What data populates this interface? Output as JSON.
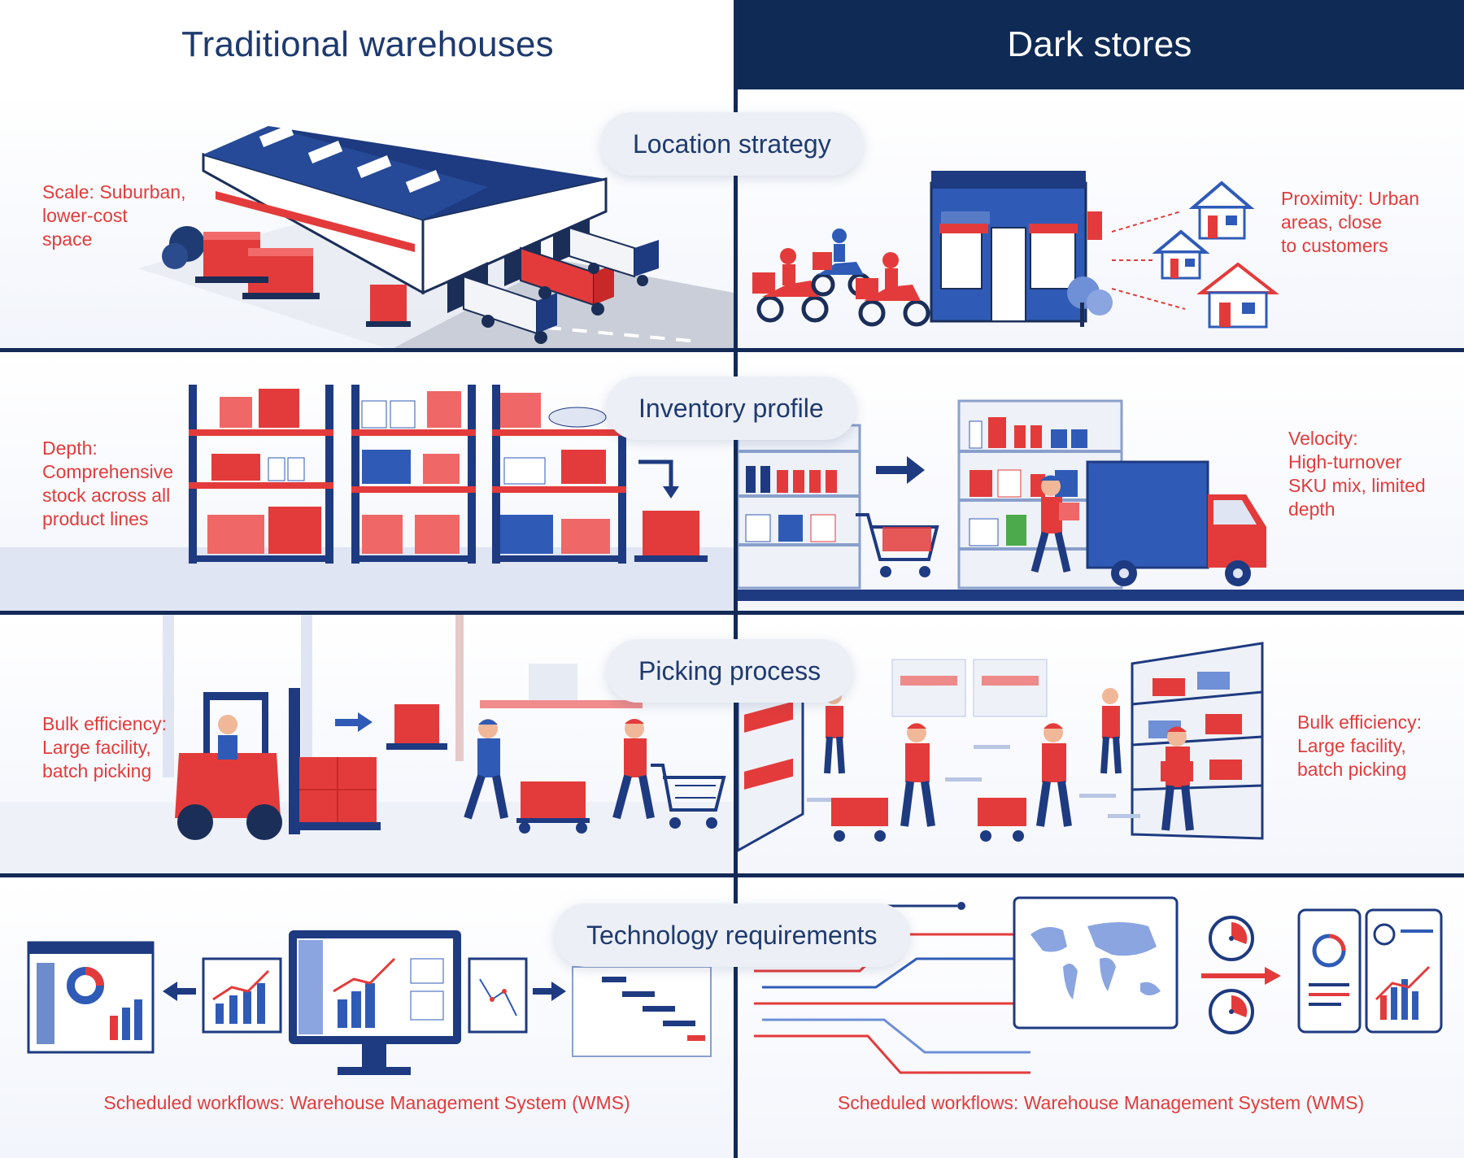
{
  "headers": {
    "left": "Traditional warehouses",
    "right": "Dark stores"
  },
  "rows": [
    {
      "category": "Location strategy",
      "left_text": [
        "Scale: Suburban,",
        "lower-cost",
        "space"
      ],
      "right_text": [
        "Proximity: Urban",
        "areas, close",
        "to customers"
      ]
    },
    {
      "category": "Inventory profile",
      "left_text": [
        "Depth:",
        "Comprehensive",
        "stock across all",
        "product lines"
      ],
      "right_text": [
        "Velocity:",
        "High-turnover",
        "SKU mix, limited",
        "depth"
      ]
    },
    {
      "category": "Picking process",
      "left_text": [
        "Bulk efficiency:",
        "Large facility,",
        "batch picking"
      ],
      "right_text": [
        "Bulk efficiency:",
        "Large facility,",
        "batch picking"
      ]
    },
    {
      "category": "Technology requirements",
      "left_caption": "Scheduled workflows: Warehouse Management System (WMS)",
      "right_caption": "Scheduled workflows: Warehouse Management System (WMS)"
    }
  ],
  "colors": {
    "navy": "#132a57",
    "blue": "#2f5bb7",
    "red": "#e33b3b",
    "light": "#eceff6"
  },
  "icons": [
    "warehouse-icon",
    "truck-icon",
    "scooter-icon",
    "store-icon",
    "house-icon",
    "shelf-icon",
    "cart-icon",
    "forklift-icon",
    "worker-icon",
    "monitor-icon",
    "dashboard-icon",
    "world-map-icon",
    "clock-icon",
    "phone-icon"
  ]
}
